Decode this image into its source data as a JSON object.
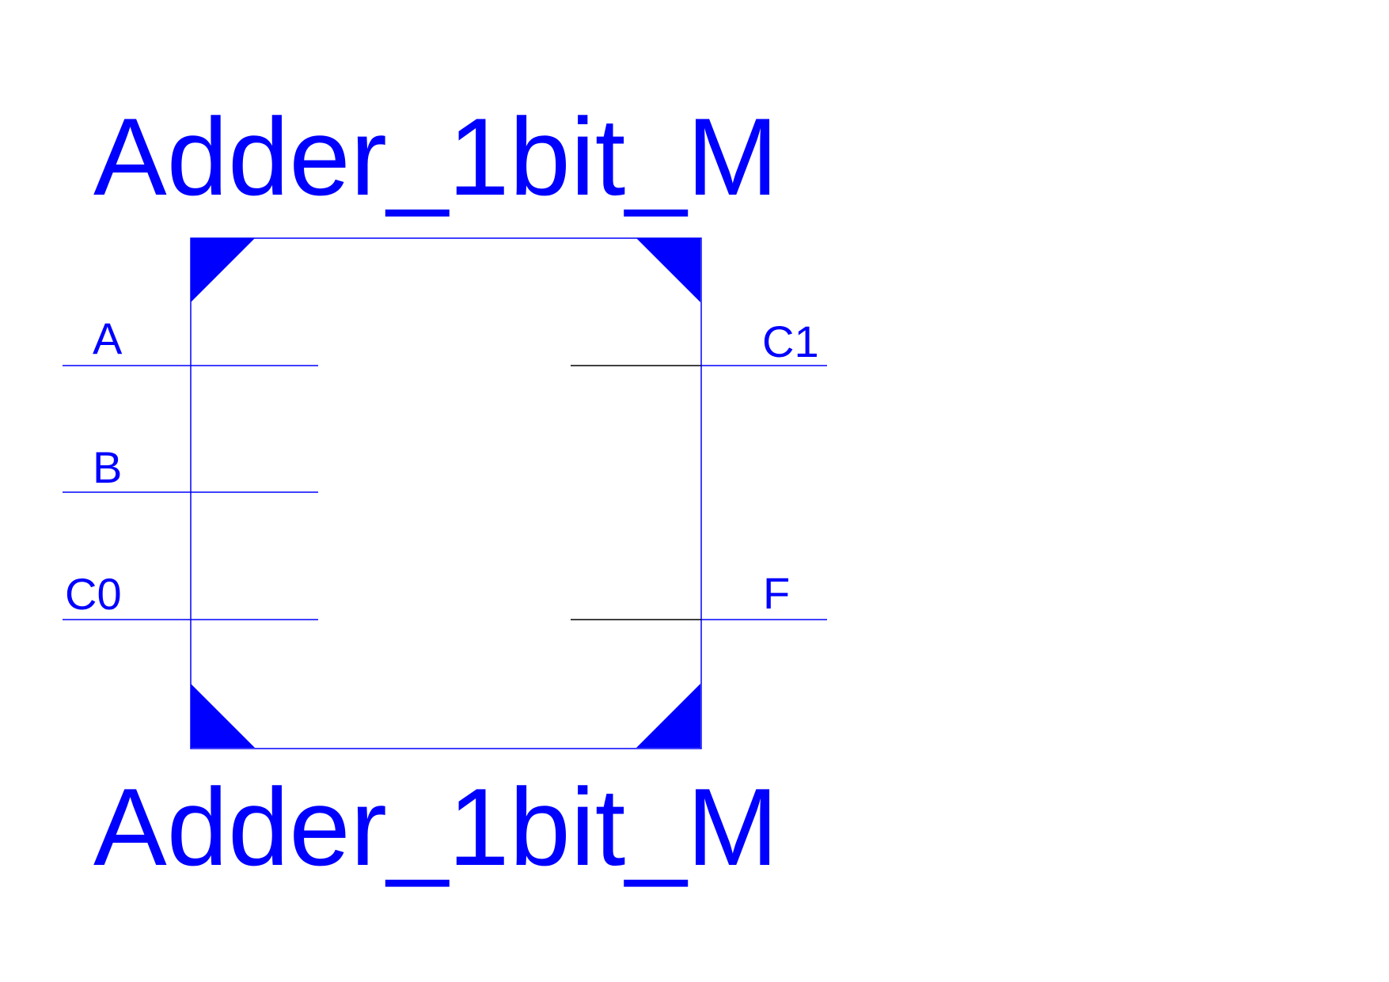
{
  "symbol": {
    "title_top": "Adder_1bit_M",
    "title_bottom": "Adder_1bit_M",
    "color": "#0000ff",
    "wire_color": "#000000"
  },
  "ports": {
    "inputs": [
      {
        "label": "A"
      },
      {
        "label": "B"
      },
      {
        "label": "C0"
      }
    ],
    "outputs": [
      {
        "label": "C1"
      },
      {
        "label": "F"
      }
    ]
  }
}
